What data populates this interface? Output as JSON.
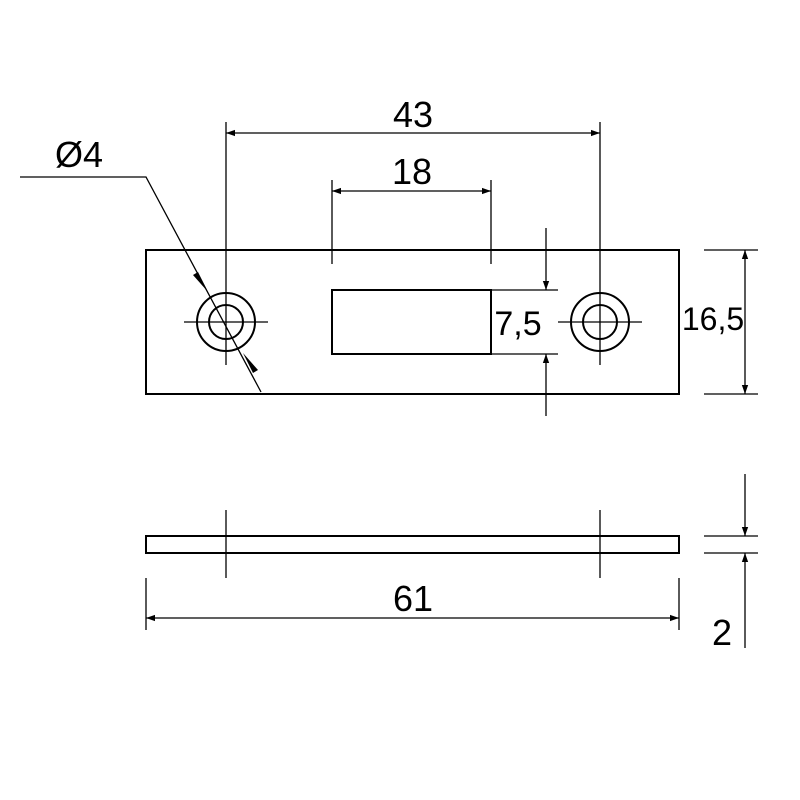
{
  "dimensions": {
    "hole_diameter": "Ø4",
    "hole_spacing": "43",
    "slot_length": "18",
    "slot_height": "7,5",
    "plate_height": "16,5",
    "plate_length": "61",
    "plate_thickness": "2"
  }
}
